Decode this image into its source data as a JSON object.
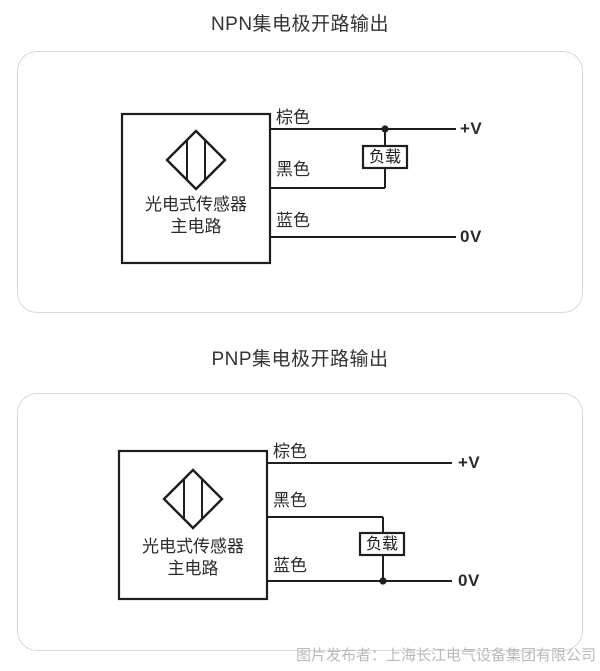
{
  "colors": {
    "line": "#1e1e1e",
    "panel_border": "#d9d9d9",
    "text": "#333333",
    "footer_text": "#b9b9b9",
    "bg": "#ffffff"
  },
  "diagrams": [
    {
      "id": "npn",
      "title": "NPN集电极开路输出",
      "sensor_line1": "光电式传感器",
      "sensor_line2": "主电路",
      "wire_brown": "棕色",
      "wire_black": "黑色",
      "wire_blue": "蓝色",
      "load": "负载",
      "terminal_positive": "+V",
      "terminal_zero": "0V"
    },
    {
      "id": "pnp",
      "title": "PNP集电极开路输出",
      "sensor_line1": "光电式传感器",
      "sensor_line2": "主电路",
      "wire_brown": "棕色",
      "wire_black": "黑色",
      "wire_blue": "蓝色",
      "load": "负载",
      "terminal_positive": "+V",
      "terminal_zero": "0V"
    }
  ],
  "footer": {
    "publisher": "图片发布者：上海长江电气设备集团有限公司"
  }
}
